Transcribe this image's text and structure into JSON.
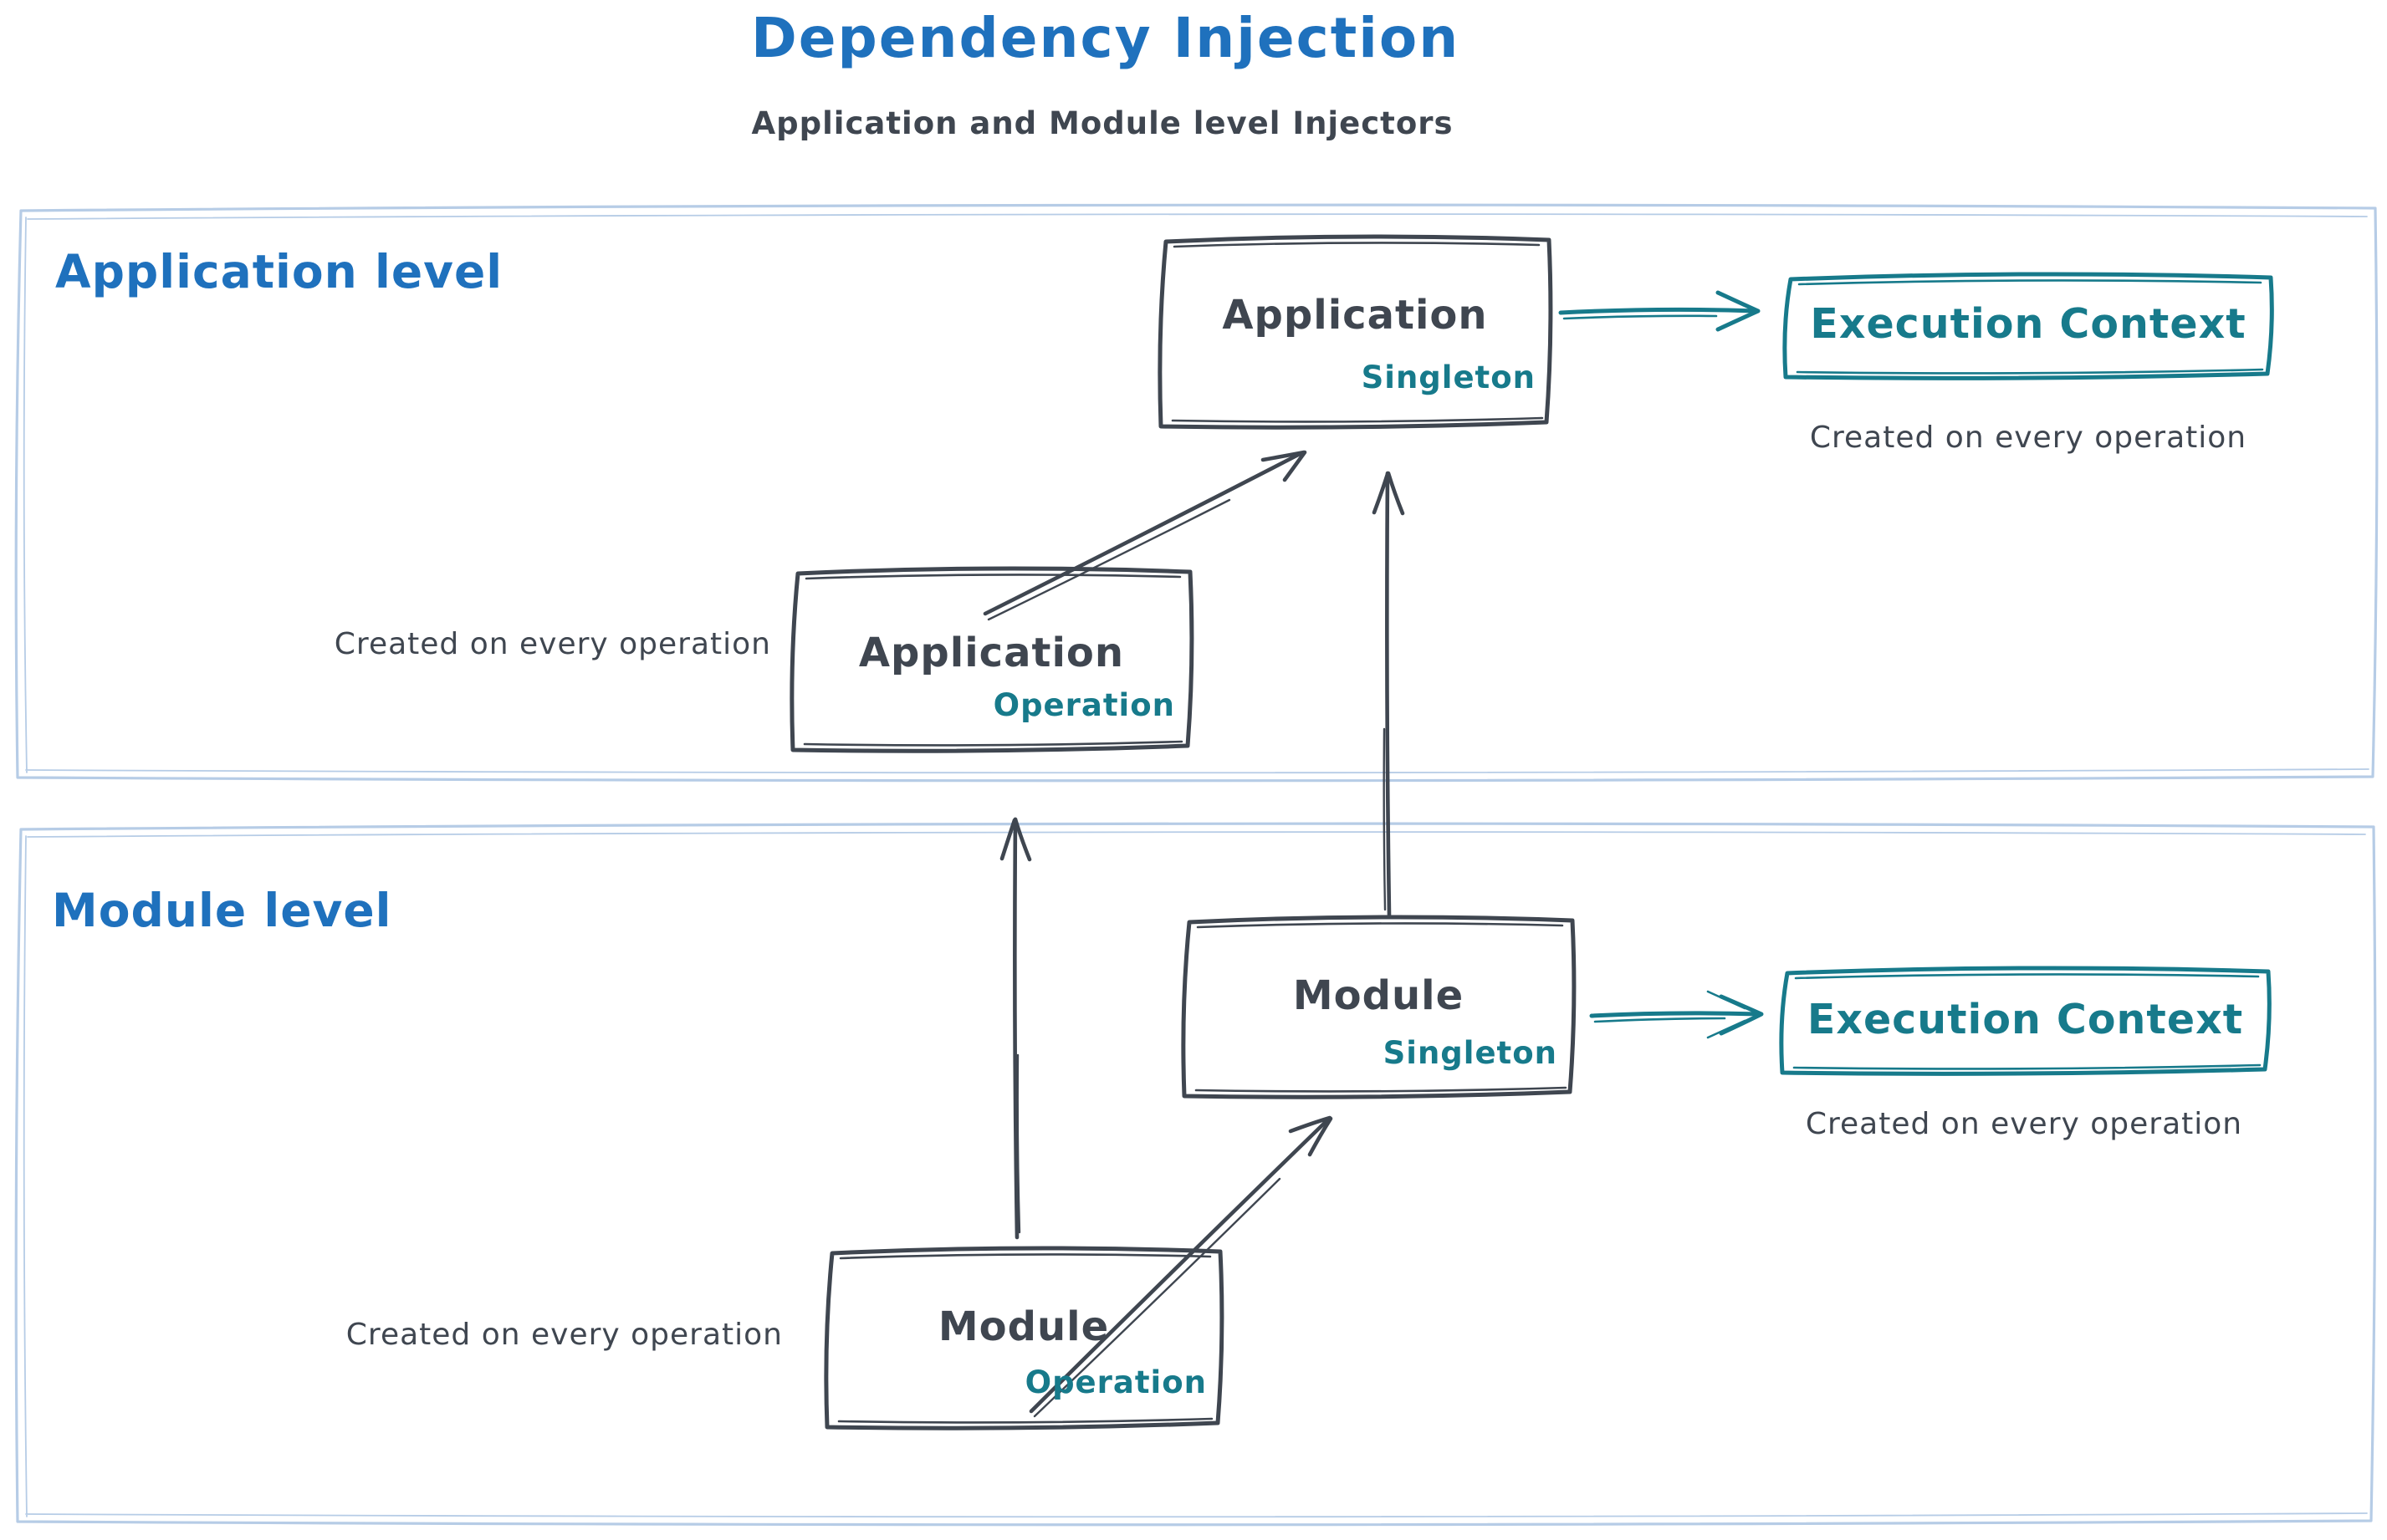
{
  "colors": {
    "bg": "#ffffff",
    "blue": "#1f71bd",
    "dark": "#3f4650",
    "teal": "#177a8b",
    "container": "#b6cce6"
  },
  "header": {
    "title": "Dependency Injection",
    "subtitle": "Application and Module level Injectors"
  },
  "application_level": {
    "label": "Application level",
    "singleton_box": {
      "name": "Application",
      "scope": "Singleton"
    },
    "operation_box": {
      "name": "Application",
      "scope": "Operation"
    },
    "operation_caption": "Created on every operation",
    "execution_context": {
      "label": "Execution Context",
      "caption": "Created on every operation"
    }
  },
  "module_level": {
    "label": "Module level",
    "singleton_box": {
      "name": "Module",
      "scope": "Singleton"
    },
    "operation_box": {
      "name": "Module",
      "scope": "Operation"
    },
    "operation_caption": "Created on every operation",
    "execution_context": {
      "label": "Execution Context",
      "caption": "Created on every operation"
    }
  }
}
